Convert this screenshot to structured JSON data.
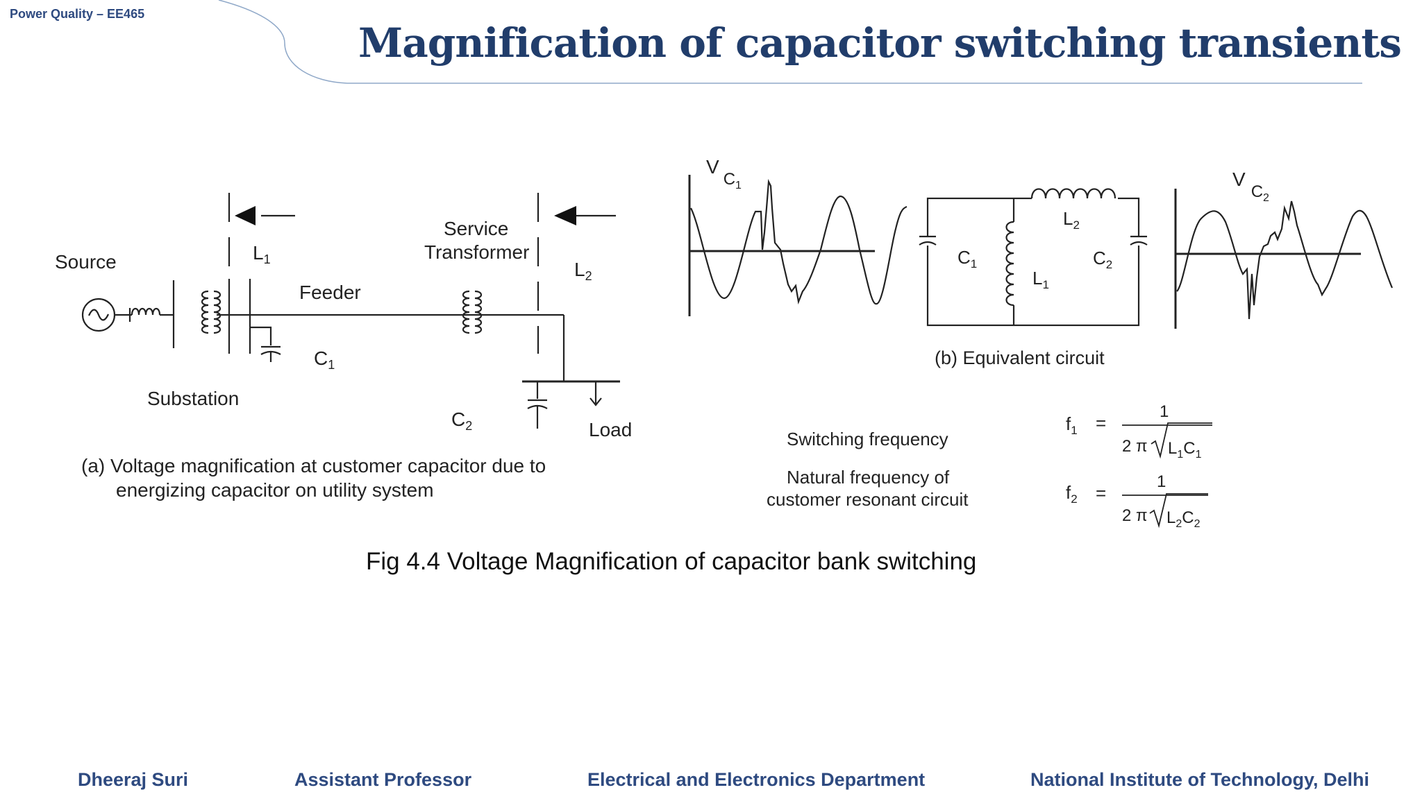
{
  "header": {
    "course_tag": "Power Quality – EE465",
    "title": "Magnification of capacitor switching transients"
  },
  "figure_a": {
    "source": "Source",
    "L1": "L",
    "L1_sub": "1",
    "feeder": "Feeder",
    "service_line1": "Service",
    "service_line2": "Transformer",
    "L2": "L",
    "L2_sub": "2",
    "C1": "C",
    "C1_sub": "1",
    "substation": "Substation",
    "C2": "C",
    "C2_sub": "2",
    "load": "Load",
    "caption_line1": "(a)  Voltage magnification at customer capacitor due to",
    "caption_line2": "energizing capacitor on utility system"
  },
  "figure_b": {
    "vc1": "V",
    "vc1_sub": "C",
    "vc1_subsub": "1",
    "vc2": "V",
    "vc2_sub": "C",
    "vc2_subsub": "2",
    "C1": "C",
    "C1_sub": "1",
    "L1": "L",
    "L1_sub": "1",
    "L2": "L",
    "L2_sub": "2",
    "C2": "C",
    "C2_sub": "2",
    "caption": "(b)  Equivalent circuit"
  },
  "formulas": {
    "switching_label": "Switching frequency",
    "natural_line1": "Natural frequency of",
    "natural_line2": "customer resonant circuit",
    "f1": "f",
    "f1_sub": "1",
    "f2": "f",
    "f2_sub": "2",
    "equals": "=",
    "numerator": "1",
    "two_pi": "2 π",
    "lc1": "L",
    "lc1_s1": "1",
    "lc1_c": "C",
    "lc1_s2": "1",
    "lc2": "L",
    "lc2_s1": "2",
    "lc2_c": "C",
    "lc2_s2": "2"
  },
  "figure_caption": "Fig 4.4 Voltage Magnification of capacitor bank switching",
  "footer": {
    "name": "Dheeraj Suri",
    "designation": "Assistant Professor",
    "department": "Electrical and Electronics Department",
    "institute": "National Institute of Technology, Delhi"
  },
  "colors": {
    "accent": "#213d6b",
    "footer": "#2e4a80",
    "rule": "#8fa8c8"
  }
}
